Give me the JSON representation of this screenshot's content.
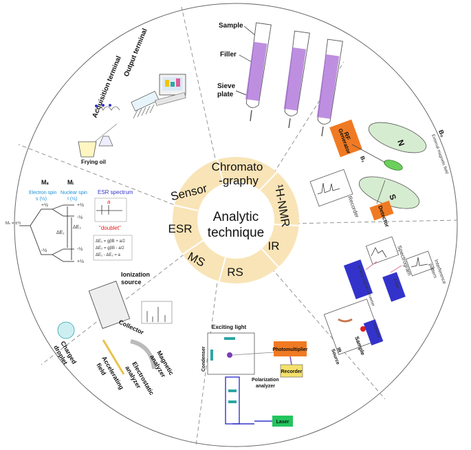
{
  "center": {
    "line1": "Analytic",
    "line2": "technique"
  },
  "segments": {
    "sensor": "Sensor",
    "chromatography1": "Chromato",
    "chromatography2": "-graphy",
    "hnmr": "¹H-NMR",
    "ir": "IR",
    "rs": "RS",
    "ms": "MS",
    "esr": "ESR"
  },
  "sensor_panel": {
    "acquisition": "Acquisition terminal",
    "output": "Output terminal",
    "frying_oil": "Frying oil"
  },
  "chrom_panel": {
    "sample": "Sample",
    "filler": "Filler",
    "sieve1": "Sieve",
    "sieve2": "plate"
  },
  "nmr_panel": {
    "rf1": "RF",
    "rf2": "Generator",
    "b0": "B₀",
    "b0_note": "External magnetic field",
    "n": "N",
    "s": "S",
    "b1": "B₁",
    "recorder": "Recorder",
    "detector": "Detector"
  },
  "ir_panel": {
    "spectrogram": "Spectrogram",
    "adc": "Analog-digital converter",
    "filter": "Filter",
    "interference1": "Interference",
    "interference2": "pattern",
    "ir_source1": "IR",
    "ir_source2": "Source",
    "sample": "Sample",
    "detector": "Detector"
  },
  "rs_panel": {
    "exciting_light": "Exciting light",
    "condenser": "Condenser",
    "photomultiplier": "Photomultiplier",
    "recorder": "Recorder",
    "polarization1": "Polarization",
    "polarization2": "analyzer",
    "laser": "Laser"
  },
  "ms_panel": {
    "ionization1": "Ionization",
    "ionization2": "source",
    "collector": "Collector",
    "charged1": "Charged",
    "charged2": "droplet",
    "accelerating1": "Accelerating",
    "accelerating2": "field",
    "magnetic1": "Magnetic",
    "magnetic2": "analyzer",
    "electrostatic1": "Electrostatic",
    "electrostatic2": "analyzer"
  },
  "esr_panel": {
    "ms_label": "Mₛ",
    "mi_label": "Mᵢ",
    "electron_spin": "Electron spin",
    "electron_val": "s (½)",
    "nuclear_spin": "Nuclear spin",
    "nuclear_val": "I (½)",
    "esr_spectrum": "ESR spectrum",
    "doublet": "\"doublet\"",
    "a_label": "a",
    "plus_half": "+½",
    "minus_half": "-½",
    "ms_pm": "Mₛ = ±½",
    "de1": "ΔE₁",
    "de2": "ΔE₂",
    "eq1": "ΔE₁ = gβB + a/2",
    "eq2": "ΔE₂ = gβB - a/2",
    "eq3": "ΔE₁ - ΔE₂ = a"
  },
  "colors": {
    "ring": "#f9e4b7",
    "orange": "#f07a23",
    "purple": "#7b3fb5",
    "blue": "#3333cc",
    "green": "#22c55e",
    "yellow": "#f5e16a",
    "teal": "#2ca6a4",
    "magnet": "#d6ecd0"
  }
}
